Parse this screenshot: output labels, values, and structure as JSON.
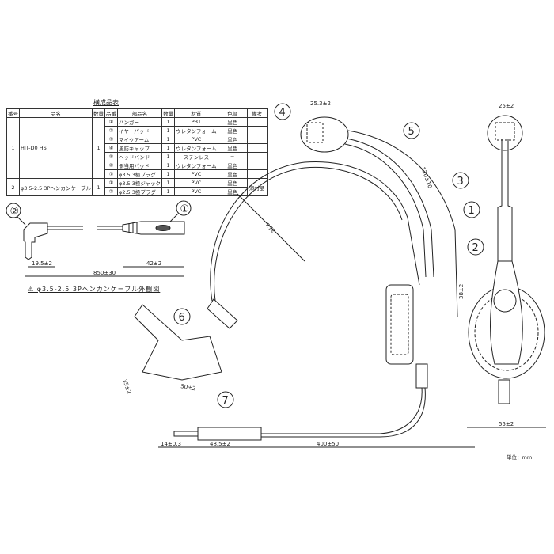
{
  "table": {
    "title": "構成品表",
    "headers": [
      "番号",
      "品名",
      "数量",
      "品番",
      "部品名",
      "数量",
      "材質",
      "色調",
      "備考"
    ],
    "groups": [
      {
        "no": "1",
        "name": "HIT-D0 HS",
        "qty": "1",
        "parts": [
          {
            "pno": "①",
            "pname": "ハンガー",
            "qty": "1",
            "material": "PBT",
            "color": "黒色",
            "note": ""
          },
          {
            "pno": "②",
            "pname": "イヤーパッド",
            "qty": "1",
            "material": "ウレタンフォーム",
            "color": "黒色",
            "note": ""
          },
          {
            "pno": "③",
            "pname": "マイクアーム",
            "qty": "1",
            "material": "PVC",
            "color": "黒色",
            "note": ""
          },
          {
            "pno": "④",
            "pname": "風防キャップ",
            "qty": "1",
            "material": "ウレタンフォーム",
            "color": "黒色",
            "note": ""
          },
          {
            "pno": "⑤",
            "pname": "ヘッドバンド",
            "qty": "1",
            "material": "ステンレス",
            "color": "−",
            "note": ""
          },
          {
            "pno": "⑥",
            "pname": "側当用パッド",
            "qty": "1",
            "material": "ウレタンフォーム",
            "color": "黒色",
            "note": ""
          },
          {
            "pno": "⑦",
            "pname": "φ3.5 3極プラグ",
            "qty": "1",
            "material": "PVC",
            "color": "黒色",
            "note": ""
          }
        ]
      },
      {
        "no": "2",
        "name": "φ3.5-2.5 3Pヘンカンケーブル",
        "qty": "1",
        "parts": [
          {
            "pno": "①",
            "pname": "φ3.5 3極ジャック",
            "qty": "1",
            "material": "PVC",
            "color": "黒色",
            "note": "添付品"
          },
          {
            "pno": "②",
            "pname": "φ2.5 3極プラグ",
            "qty": "1",
            "material": "PVC",
            "color": "黒色",
            "note": ""
          }
        ]
      }
    ]
  },
  "cable_drawing": {
    "caption": "⚠ φ3.5-2.5 3Pヘンカンケーブル外観図",
    "callouts": [
      "②",
      "①"
    ],
    "dims": {
      "plug": "19.5±2",
      "jack": "42±2",
      "total": "850±30"
    }
  },
  "headset_drawing": {
    "callouts": {
      "c1": "1",
      "c2": "2",
      "c3": "3",
      "c4": "4",
      "c5": "5",
      "c6": "6",
      "c7": "7"
    },
    "dims": {
      "cap": "25.3±2",
      "arm": "120±10",
      "radius": "R72",
      "hanger": "38±2",
      "pad_h": "35±2",
      "pad_w": "50±2",
      "plug_tip": "14±0.3",
      "plug": "48.5±2",
      "cable": "400±50",
      "front_cap": "25±2",
      "front_ear": "55±2"
    }
  },
  "unit_label": "単位：mm"
}
